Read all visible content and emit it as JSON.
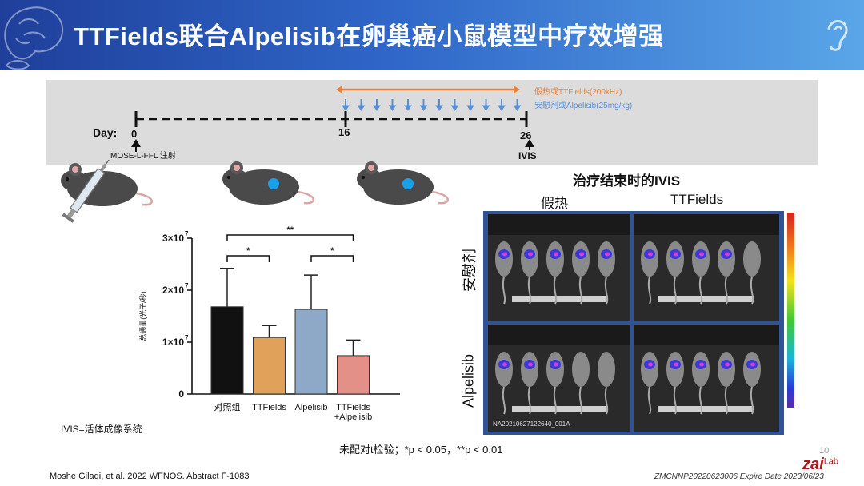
{
  "header": {
    "title": "TTFields联合Alpelisib在卵巢癌小鼠模型中疗效增强",
    "logo_icon": "brain-icon",
    "ear_icon": "ear-icon",
    "bg_colors": [
      "#1f3f9a",
      "#5aa6e8"
    ]
  },
  "timeline": {
    "day_label": "Day:",
    "ticks": [
      "0",
      "16",
      "26"
    ],
    "legend_ttfields": "假热或TTFields(200kHz)",
    "legend_drug": "安慰剂或Alpelisib(25mg/kg)",
    "injection_label": "MOSE-L-FFL 注射",
    "end_label": "IVIS",
    "ttfields_color": "#e8823a",
    "drug_color": "#5b8fd4"
  },
  "chart_data": {
    "type": "bar",
    "categories": [
      "对照组",
      "TTFields",
      "Alpelisib",
      "TTFields +Alpelisib"
    ],
    "values": [
      16800000,
      10900000,
      16300000,
      7400000
    ],
    "errors": [
      7400000,
      2300000,
      6600000,
      3000000
    ],
    "colors": [
      "#111111",
      "#e0a25a",
      "#8ea8c8",
      "#e39088"
    ],
    "ylabel": "总通量(光子/秒)",
    "ylim": [
      0,
      30000000
    ],
    "yticks": [
      0,
      10000000,
      20000000,
      30000000
    ],
    "yticklabels": [
      "0",
      "1×10",
      "2×10",
      "3×10"
    ],
    "ytick_exponent": "7",
    "significance": [
      {
        "from": 0,
        "to": 1,
        "label": "*"
      },
      {
        "from": 2,
        "to": 3,
        "label": "*"
      },
      {
        "from": 0,
        "to": 3,
        "label": "**"
      }
    ]
  },
  "ivis": {
    "title": "治疗结束时的IVIS",
    "col_headers": [
      "假热",
      "TTFields"
    ],
    "row_labels": [
      "安慰剂",
      "Alpelisib"
    ],
    "image_caption": "NA20210627122640_001A"
  },
  "notes": {
    "ivis_definition": "IVIS=活体成像系统",
    "stats": "未配对t检验；*p < 0.05，**p < 0.01",
    "citation": "Moshe Giladi, et al. 2022 WFNOS. Abstract F-1083",
    "watermark": "ZMCNNP20220623006 Expire Date 2023/06/23",
    "page_number": "10",
    "logo_text": "zai",
    "logo_text2": "Lab"
  }
}
